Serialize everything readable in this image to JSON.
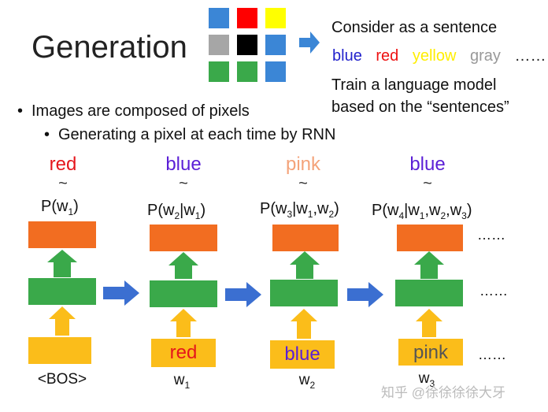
{
  "title": "Generation",
  "grid_cells": [
    {
      "color": "#3b86d6"
    },
    {
      "color": "#ff0000"
    },
    {
      "color": "#ffff00"
    },
    {
      "color": "#a6a6a6"
    },
    {
      "color": "#000000"
    },
    {
      "color": "#3b86d6"
    },
    {
      "color": "#3aa94a"
    },
    {
      "color": "#3aa94a"
    },
    {
      "color": "#3b86d6"
    }
  ],
  "right": {
    "consider": "Consider as a sentence",
    "color_words": [
      {
        "text": "blue",
        "color": "#2222cc"
      },
      {
        "text": "red",
        "color": "#ee1111"
      },
      {
        "text": "yellow",
        "color": "#ffee00"
      },
      {
        "text": "gray",
        "color": "#999999"
      },
      {
        "text": "……",
        "color": "#222222"
      }
    ],
    "train_line1": "Train a language model",
    "train_line2": "based on the “sentences”"
  },
  "bullets": {
    "b1": "Images are composed of pixels",
    "b2": "Generating a pixel at each time by RNN"
  },
  "columns": [
    {
      "out_word": "red",
      "out_color": "#e5161c",
      "tilde": "~",
      "prob": {
        "pre": "P(w",
        "sub1": "1",
        "post": ")"
      },
      "in_word": "",
      "in_color": "#000000",
      "label": {
        "main": "<BOS>",
        "sub": ""
      }
    },
    {
      "out_word": "blue",
      "out_color": "#5b1fd6",
      "tilde": "~",
      "prob": {
        "pre": "P(w",
        "sub1": "2",
        "mid": "|w",
        "sub2": "1",
        "post": ")"
      },
      "in_word": "red",
      "in_color": "#e5161c",
      "label": {
        "main": "w",
        "sub": "1"
      }
    },
    {
      "out_word": "pink",
      "out_color": "#f4a37a",
      "tilde": "~",
      "prob": {
        "pre": "P(w",
        "sub1": "3",
        "mid": "|w",
        "sub2": "1",
        "mid2": ",w",
        "sub3": "2",
        "post": ")"
      },
      "in_word": "blue",
      "in_color": "#5b1fd6",
      "label": {
        "main": "w",
        "sub": "2"
      }
    },
    {
      "out_word": "blue",
      "out_color": "#5b1fd6",
      "tilde": "~",
      "prob": {
        "pre": "P(w",
        "sub1": "4",
        "mid": "|w",
        "sub2": "1",
        "mid2": ",w",
        "sub3": "2",
        "mid3": ",w",
        "sub4": "3",
        "post": ")"
      },
      "in_word": "pink",
      "in_color": "#555555",
      "label": {
        "main": "w",
        "sub": "3"
      }
    }
  ],
  "ellipsis": "……",
  "watermark": "知乎 @徐徐徐徐大牙"
}
